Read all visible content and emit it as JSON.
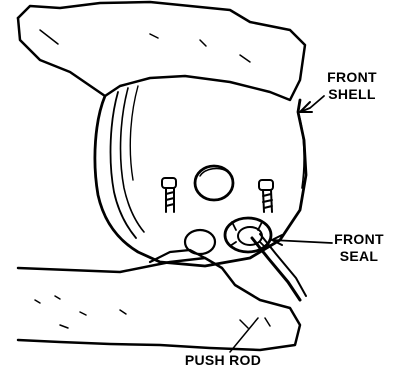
{
  "labels": {
    "front_shell": [
      "FRONT",
      "SHELL"
    ],
    "front_seal": [
      "FRONT",
      "SEAL"
    ],
    "push_rod": "PUSH ROD"
  }
}
